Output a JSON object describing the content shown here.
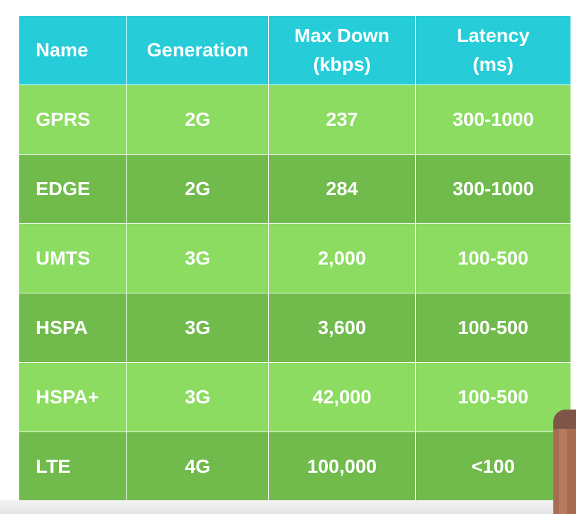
{
  "table": {
    "headers": {
      "name": "Name",
      "generation": "Generation",
      "max_down": "Max Down\n(kbps)",
      "latency": "Latency\n(ms)"
    },
    "rows": [
      {
        "name": "GPRS",
        "generation": "2G",
        "max_down": "237",
        "latency": "300-1000"
      },
      {
        "name": "EDGE",
        "generation": "2G",
        "max_down": "284",
        "latency": "300-1000"
      },
      {
        "name": "UMTS",
        "generation": "3G",
        "max_down": "2,000",
        "latency": "100-500"
      },
      {
        "name": "HSPA",
        "generation": "3G",
        "max_down": "3,600",
        "latency": "100-500"
      },
      {
        "name": "HSPA+",
        "generation": "3G",
        "max_down": "42,000",
        "latency": "100-500"
      },
      {
        "name": "LTE",
        "generation": "4G",
        "max_down": "100,000",
        "latency": "<100"
      }
    ]
  },
  "colors": {
    "header": "#26cdd8",
    "row_light": "#8bdc61",
    "row_dark": "#71bb4d",
    "text": "#ffffff"
  }
}
